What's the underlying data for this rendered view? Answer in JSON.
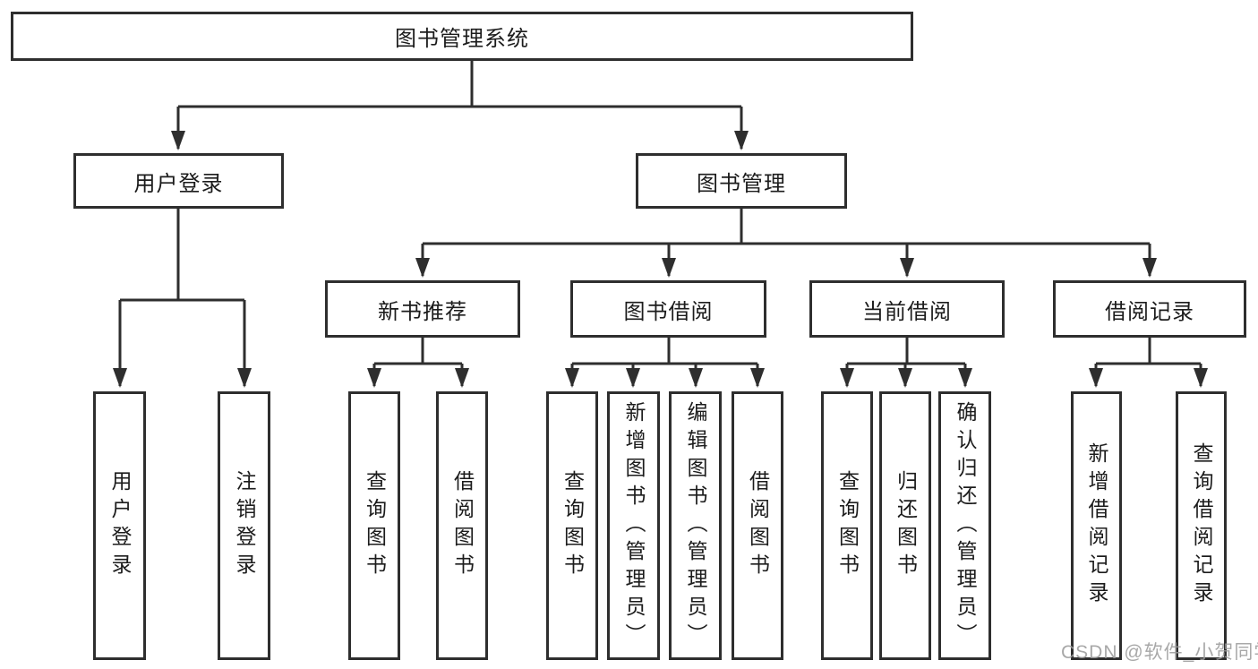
{
  "title": "图书管理系统",
  "nodes": {
    "root": "图书管理系统",
    "user_login": "用户登录",
    "book_management": "图书管理",
    "new_book_recommend": "新书推荐",
    "book_borrowing": "图书借阅",
    "current_borrowing": "当前借阅",
    "borrowing_records": "借阅记录",
    "leaf_user_login": "用户登录",
    "leaf_logout": "注销登录",
    "leaf_query_books_1": "查询图书",
    "leaf_borrow_books_1": "借阅图书",
    "leaf_query_books_2": "查询图书",
    "leaf_add_books_admin": "新增图书（管理员）",
    "leaf_edit_books_admin": "编辑图书（管理员）",
    "leaf_borrow_books_2": "借阅图书",
    "leaf_query_books_3": "查询图书",
    "leaf_return_books": "归还图书",
    "leaf_confirm_return_admin": "确认归还（管理员）",
    "leaf_add_borrow_record": "新增借阅记录",
    "leaf_query_borrow_record": "查询借阅记录"
  },
  "watermark": "CSDN @软件_小贺同学",
  "colors": {
    "line": "#2e2e2e",
    "text": "#1c1c1c",
    "watermark": "#9d9d9d",
    "background": "#ffffff"
  }
}
